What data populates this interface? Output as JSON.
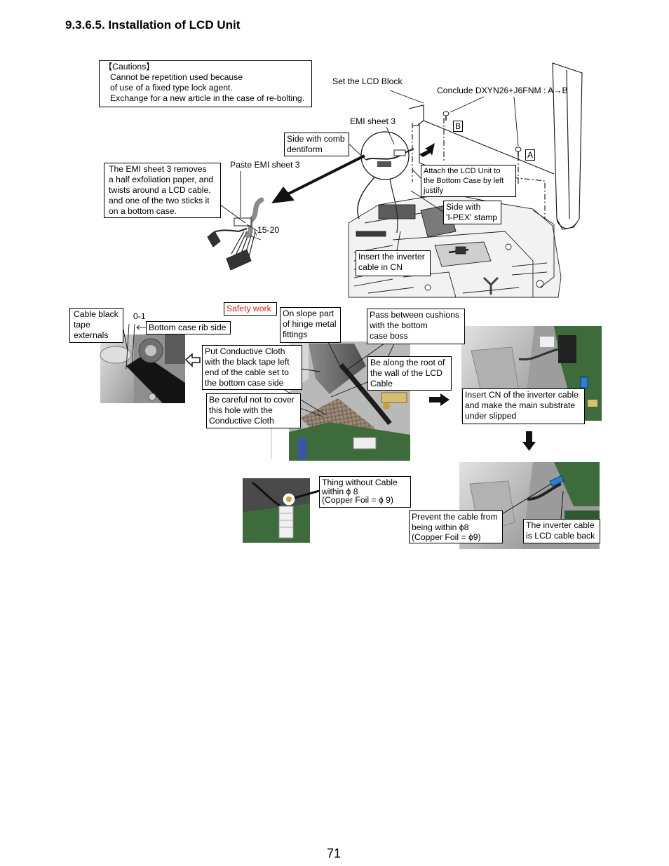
{
  "title": "9.3.6.5. Installation of LCD Unit",
  "cautions": {
    "heading": "【Cautions】",
    "lines": [
      "Cannot be repetition used because",
      "of use of a fixed type lock agent.",
      "Exchange for a new article in the case of re-bolting."
    ]
  },
  "top_diagram": {
    "set_lcd_block": "Set the LCD Block",
    "conclude_screws": "Conclude DXYN26+J6FNM : A→B",
    "emi_sheet": "EMI sheet 3",
    "marker_b": "B",
    "marker_a": "A",
    "comb_side": [
      "Side with comb",
      "dentiform"
    ],
    "paste_emi": "Paste EMI sheet 3",
    "emi_instructions": [
      "The EMI sheet 3 removes",
      "a half exfoliation paper, and",
      "twists around a LCD cable,",
      "and one of the two sticks it",
      "on a bottom case."
    ],
    "attach_lcd": [
      "Attach the LCD Unit to",
      "the Bottom Case by left",
      "justify"
    ],
    "ipex_side": [
      "Side with",
      "'I-PEX' stamp"
    ],
    "dimension": "15-20",
    "insert_inverter": [
      "Insert the inverter",
      "cable in CN"
    ]
  },
  "detail_photos": {
    "safety_work": "Safety work",
    "cable_black_tape": [
      "Cable black",
      "tape",
      "externals"
    ],
    "gap": "0-1",
    "rib_side": "Bottom case rib side",
    "hinge_slope": [
      "On slope part",
      "of hinge metal",
      "fittings"
    ],
    "pass_cushions": [
      "Pass between cushions",
      "with the bottom",
      "case boss"
    ],
    "conductive_cloth": [
      "Put Conductive Cloth",
      "with the black tape left",
      "end of the cable set to",
      "the bottom case side"
    ],
    "along_wall": [
      "Be along the root of",
      "the wall of the LCD",
      "Cable"
    ],
    "careful_hole": [
      "Be careful not to cover",
      "this hole with the",
      "Conductive Cloth"
    ],
    "insert_cn": [
      "Insert CN of the inverter cable",
      "and make the main substrate",
      "under slipped"
    ],
    "no_cable_zone": [
      "Thing without Cable",
      "within ϕ 8",
      "(Copper Foil = ϕ 9)"
    ],
    "prevent_cable": [
      "Prevent the cable from",
      "being within ϕ8",
      "(Copper Foil = ϕ9)"
    ],
    "cable_back": [
      "The inverter cable",
      "is LCD cable back"
    ]
  },
  "colors": {
    "safety_work_text": "#e0201b",
    "pcb_green": "#3e6b3b",
    "marker_blue": "#2a7fd4"
  },
  "page_number": "71"
}
